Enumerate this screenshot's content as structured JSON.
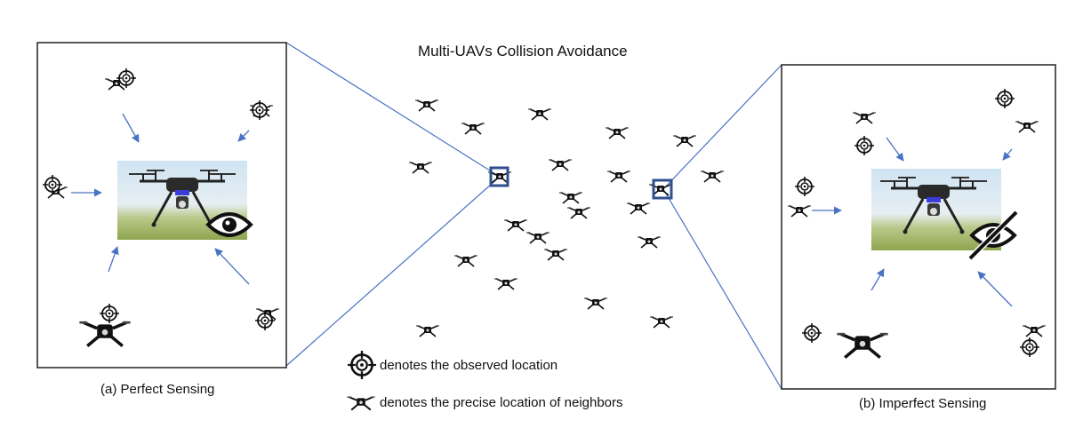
{
  "title": "Multi-UAVs Collision Avoidance",
  "panels": {
    "left_caption": "(a) Perfect Sensing",
    "right_caption": "(b) Imperfect Sensing"
  },
  "legend": {
    "observed": "denotes the observed location",
    "precise": "denotes the precise location of neighbors"
  },
  "icons": [
    "uav-drone-icon",
    "target-crosshair-icon",
    "eye-icon",
    "eye-slash-icon"
  ],
  "colors": {
    "line": "#4a72c4",
    "box": "#2f4f8f",
    "drone": "#111111"
  }
}
